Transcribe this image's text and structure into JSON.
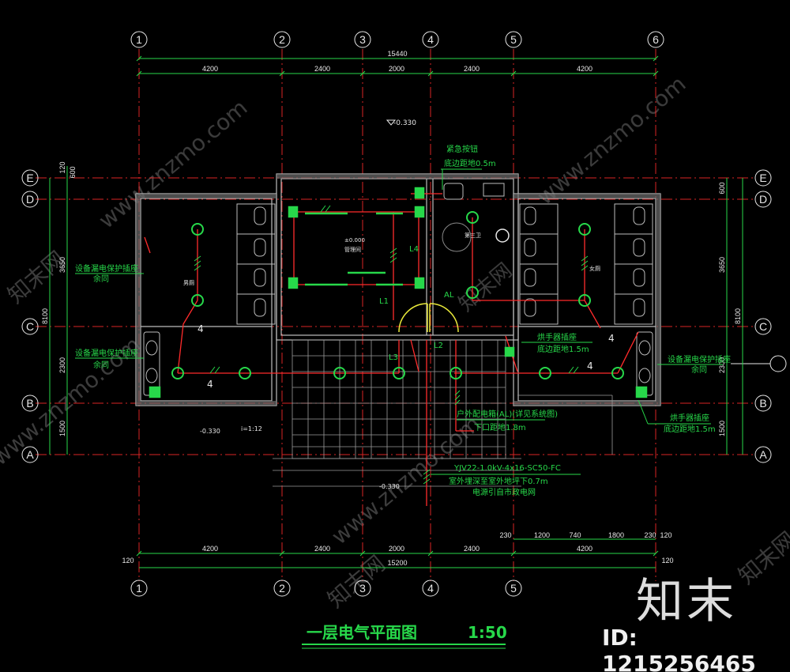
{
  "drawing": {
    "title": "一层电气平面图",
    "scale": "1:50",
    "watermark_site": "www.znzmo.com",
    "watermark_cn": "知末网",
    "brand_logo": "知末",
    "brand_id": "ID: 1215256465"
  },
  "axes": {
    "columns": [
      "1",
      "2",
      "3",
      "4",
      "5",
      "6"
    ],
    "rows": [
      "E",
      "D",
      "C",
      "B",
      "A"
    ]
  },
  "dimensions": {
    "top_total": "15440",
    "top_spans": [
      "4200",
      "2400",
      "2000",
      "2400",
      "4200"
    ],
    "bottom_total": "15200",
    "bottom_spans": [
      "4200",
      "2400",
      "2000",
      "2400",
      "4200"
    ],
    "bottom_edge_left": "120",
    "bottom_edge_right": "120",
    "sub_spans": [
      "230",
      "1200",
      "740",
      "1800",
      "230",
      "120"
    ],
    "left_total": "8100",
    "left_spans": [
      "120",
      "600",
      "3650",
      "2300",
      "1500"
    ],
    "right_total": "8100",
    "right_spans": [
      "600",
      "3650",
      "2300",
      "1500"
    ]
  },
  "levels": {
    "top": "-0.330",
    "left_bottom": "-0.330",
    "bottom": "-0.330",
    "ramp": "i=1:12"
  },
  "annotations": {
    "emergency_button": "紧急按钮",
    "emergency_height": "底边距地0.5m",
    "left_upper": "设备漏电保护插座",
    "left_upper_2": "余同",
    "left_lower": "设备漏电保护插座",
    "left_lower_2": "余同",
    "right_upper": "设备漏电保护插座",
    "right_upper_2": "余同",
    "hand_dryer_1": "烘手器插座",
    "hand_dryer_1h": "底边距地1.5m",
    "hand_dryer_2": "烘手器插座",
    "hand_dryer_2h": "底边距地1.5m",
    "distribution_box": "户外配电箱(AL)(详见系统图)",
    "distribution_box_h": "下口距地1.8m",
    "cable_main": "YJV22-1.0kV-4x16-SC50-FC",
    "cable_note": "室外埋深至室外地坪下0.7m",
    "cable_note_2": "电源引自市政电网",
    "circuit_4a": "4",
    "circuit_4b": "4",
    "circuit_4c": "4",
    "circuit_4d": "4",
    "al": "AL",
    "l1": "L1",
    "l2": "L2",
    "l3": "L3",
    "l4": "L4",
    "room_mgmt": "管理间",
    "room_l": "男厕",
    "room_r": "女厕",
    "room_center": "第三卫",
    "room_level": "±0.000"
  }
}
